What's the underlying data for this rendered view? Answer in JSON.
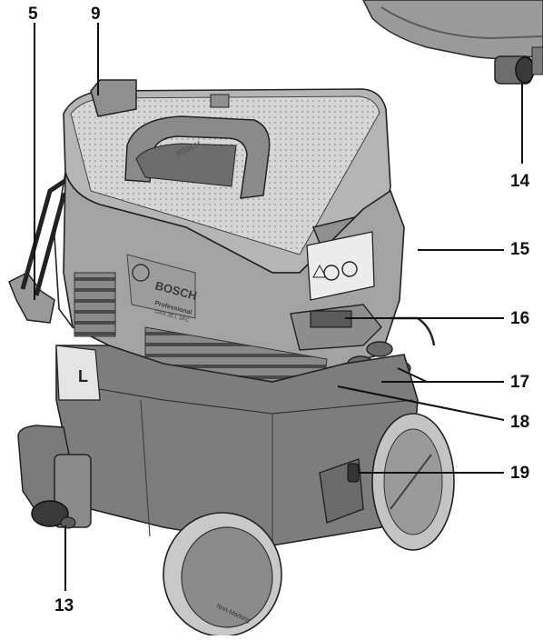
{
  "callouts": {
    "c5": "5",
    "c9": "9",
    "c13": "13",
    "c14": "14",
    "c15": "15",
    "c16": "16",
    "c17": "17",
    "c18": "18",
    "c19": "19"
  },
  "device": {
    "brand": "BOSCH",
    "line": "Professional",
    "model": "GAS 35 L SFC",
    "class_mark": "L",
    "handle_brand": "BOSCH",
    "wheel_text": "Non-Marking"
  },
  "colors": {
    "body_dark": "#7d7d7d",
    "body_mid": "#a9a9a9",
    "body_light": "#c8c8c8",
    "outline": "#2a2a2a",
    "text": "#111111"
  }
}
